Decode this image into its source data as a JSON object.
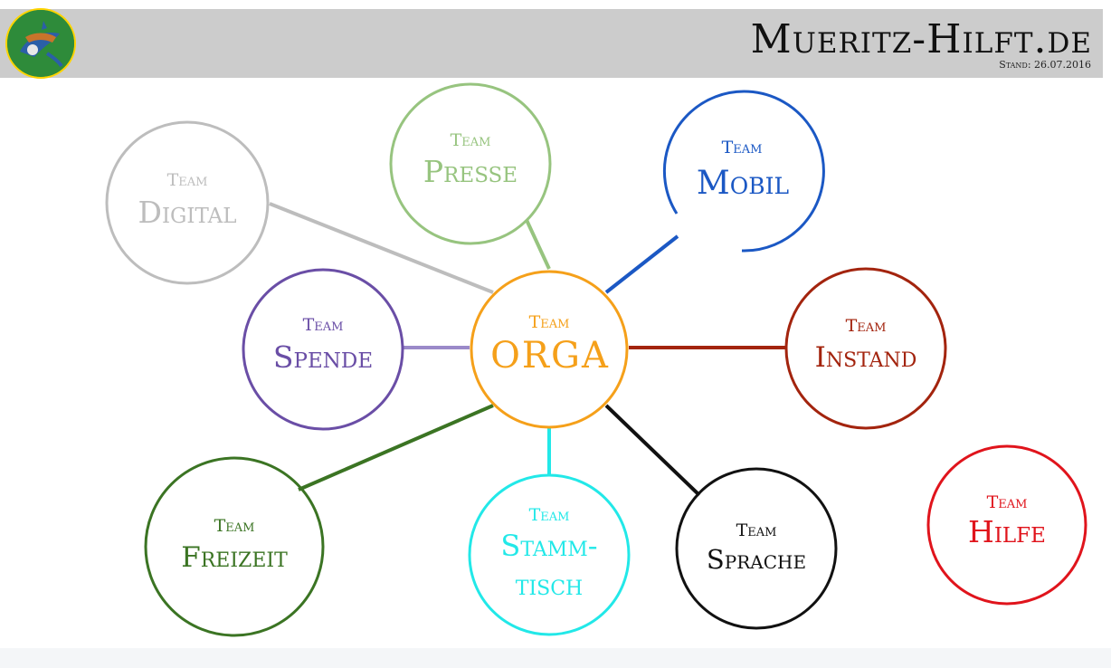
{
  "header": {
    "title": "Mueritz-Hilft.de",
    "date": "Stand: 26.07.2016"
  },
  "teams": [
    {
      "id": "orga",
      "label": "Team",
      "name_lines": [
        "ORGA"
      ],
      "color": "#f5a01a"
    },
    {
      "id": "digital",
      "label": "Team",
      "name_lines": [
        "Digital"
      ],
      "color": "#bdbdbd"
    },
    {
      "id": "presse",
      "label": "Team",
      "name_lines": [
        "Presse"
      ],
      "color": "#97c47f"
    },
    {
      "id": "mobil",
      "label": "Team",
      "name_lines": [
        "Mobil"
      ],
      "color": "#1b58c4"
    },
    {
      "id": "spende",
      "label": "Team",
      "name_lines": [
        "Spende"
      ],
      "color": "#6a4ea6"
    },
    {
      "id": "instand",
      "label": "Team",
      "name_lines": [
        "Instand"
      ],
      "color": "#a3240e"
    },
    {
      "id": "freizeit",
      "label": "Team",
      "name_lines": [
        "Freizeit"
      ],
      "color": "#3b7423"
    },
    {
      "id": "stamm",
      "label": "Team",
      "name_lines": [
        "Stamm-",
        "tisch"
      ],
      "color": "#22e8e8"
    },
    {
      "id": "sprache",
      "label": "Team",
      "name_lines": [
        "Sprache"
      ],
      "color": "#111111"
    },
    {
      "id": "hilfe",
      "label": "Team",
      "name_lines": [
        "Hilfe"
      ],
      "color": "#e0141c"
    }
  ]
}
